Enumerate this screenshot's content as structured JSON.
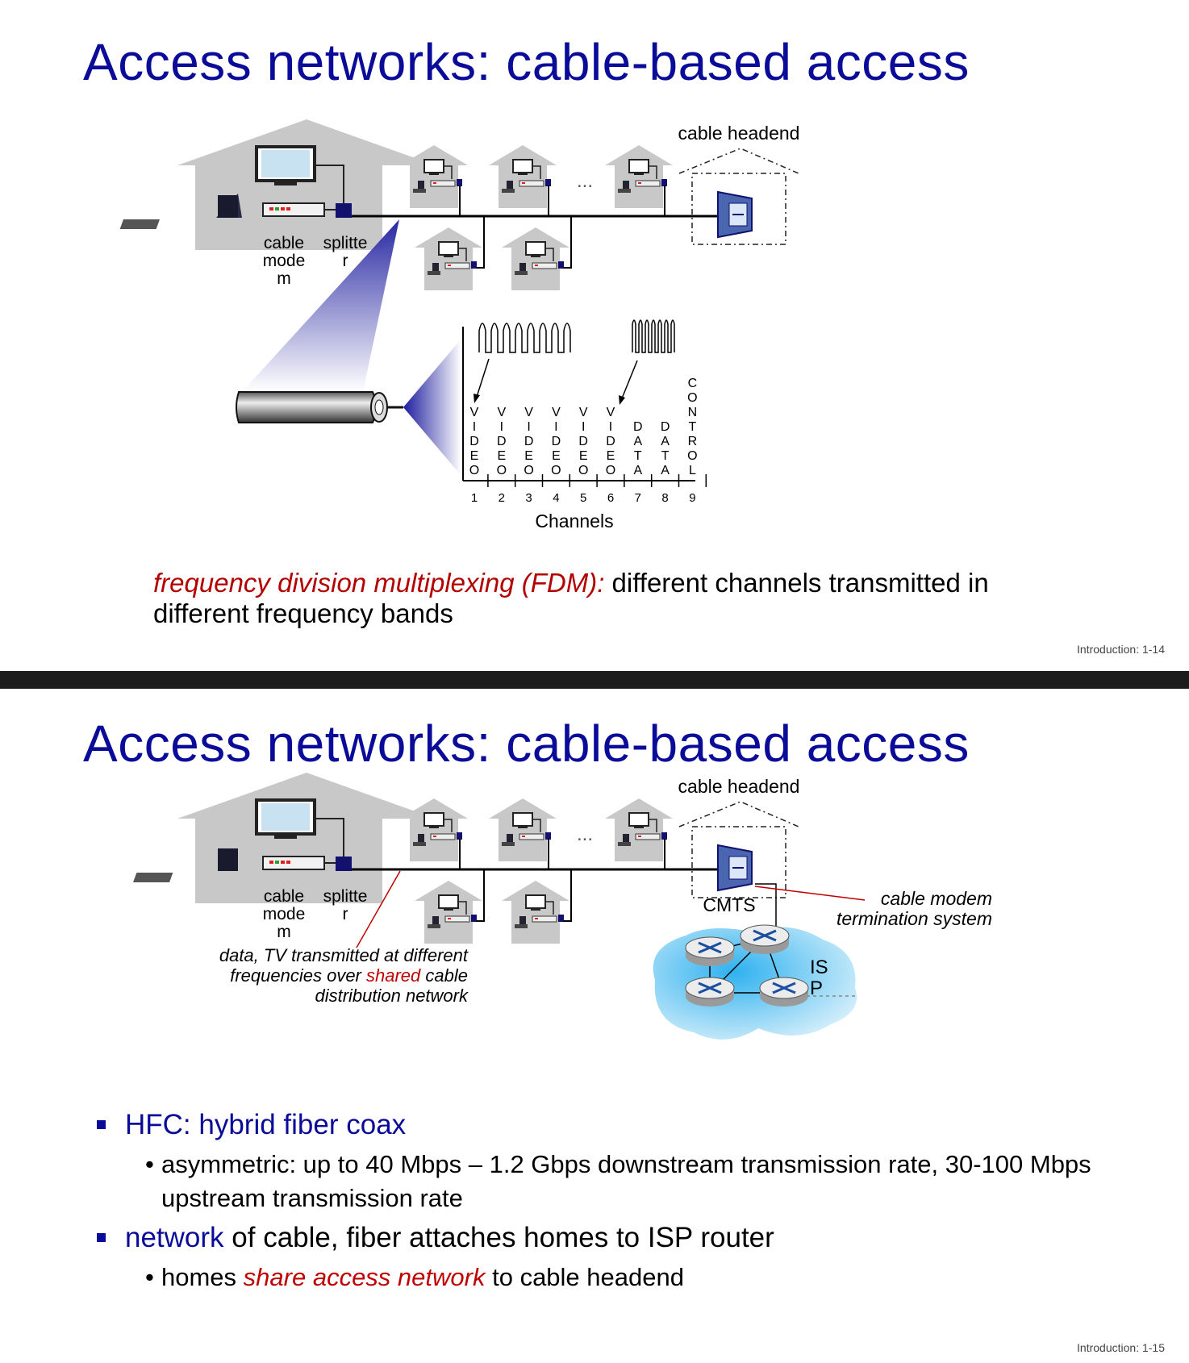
{
  "slide1": {
    "title": "Access networks: cable-based access",
    "labels": {
      "cable_headend": "cable headend",
      "cable_modem_l1": "cable",
      "cable_modem_l2": "mode",
      "cable_modem_l3": "m",
      "splitter_l1": "splitte",
      "splitter_l2": "r",
      "channels": "Channels",
      "ellipsis": "..."
    },
    "channels": [
      {
        "num": "1",
        "letters": [
          "V",
          "I",
          "D",
          "E",
          "O"
        ]
      },
      {
        "num": "2",
        "letters": [
          "V",
          "I",
          "D",
          "E",
          "O"
        ]
      },
      {
        "num": "3",
        "letters": [
          "V",
          "I",
          "D",
          "E",
          "O"
        ]
      },
      {
        "num": "4",
        "letters": [
          "V",
          "I",
          "D",
          "E",
          "O"
        ]
      },
      {
        "num": "5",
        "letters": [
          "V",
          "I",
          "D",
          "E",
          "O"
        ]
      },
      {
        "num": "6",
        "letters": [
          "V",
          "I",
          "D",
          "E",
          "O"
        ]
      },
      {
        "num": "7",
        "letters": [
          "D",
          "A",
          "T",
          "A"
        ]
      },
      {
        "num": "8",
        "letters": [
          "D",
          "A",
          "T",
          "A"
        ]
      },
      {
        "num": "9",
        "letters": [
          "C",
          "O",
          "N",
          "T",
          "R",
          "O",
          "L"
        ]
      }
    ],
    "fdm_red": "frequency division multiplexing (FDM):",
    "fdm_rest": " different channels transmitted in different frequency bands",
    "slide_number": "Introduction: 1-14"
  },
  "slide2": {
    "title": "Access networks: cable-based access",
    "labels": {
      "cable_headend": "cable headend",
      "cable_modem_l1": "cable",
      "cable_modem_l2": "mode",
      "cable_modem_l3": "m",
      "splitter_l1": "splitte",
      "splitter_l2": "r",
      "cmts": "CMTS",
      "cmts_desc_l1": "cable modem",
      "cmts_desc_l2": "termination system",
      "isp_l1": "IS",
      "isp_l2": "P",
      "note_l1": "data, TV transmitted at different",
      "note_l2a": "frequencies over ",
      "note_l2b": "shared",
      "note_l2c": " cable",
      "note_l3": "distribution network",
      "ellipsis": "..."
    },
    "bullets": [
      {
        "text": "HFC: hybrid fiber coax",
        "sub": [
          "asymmetric: up to 40 Mbps – 1.2 Gbps downstream transmission rate, 30-100 Mbps upstream transmission rate"
        ]
      },
      {
        "text_a": "network",
        "text_b": " of cable, fiber attaches homes to ISP router",
        "sub_a": "homes ",
        "sub_b": "share access network",
        "sub_c": " to cable headend"
      }
    ],
    "slide_number": "Introduction: 1-15"
  },
  "colors": {
    "title": "#0b0b99",
    "emphasis_red": "#c00000",
    "house_gray": "#c8c8c8",
    "cable_line": "#000000",
    "splitter_blue": "#12126e",
    "cloud_blue": "#38b6f0"
  }
}
